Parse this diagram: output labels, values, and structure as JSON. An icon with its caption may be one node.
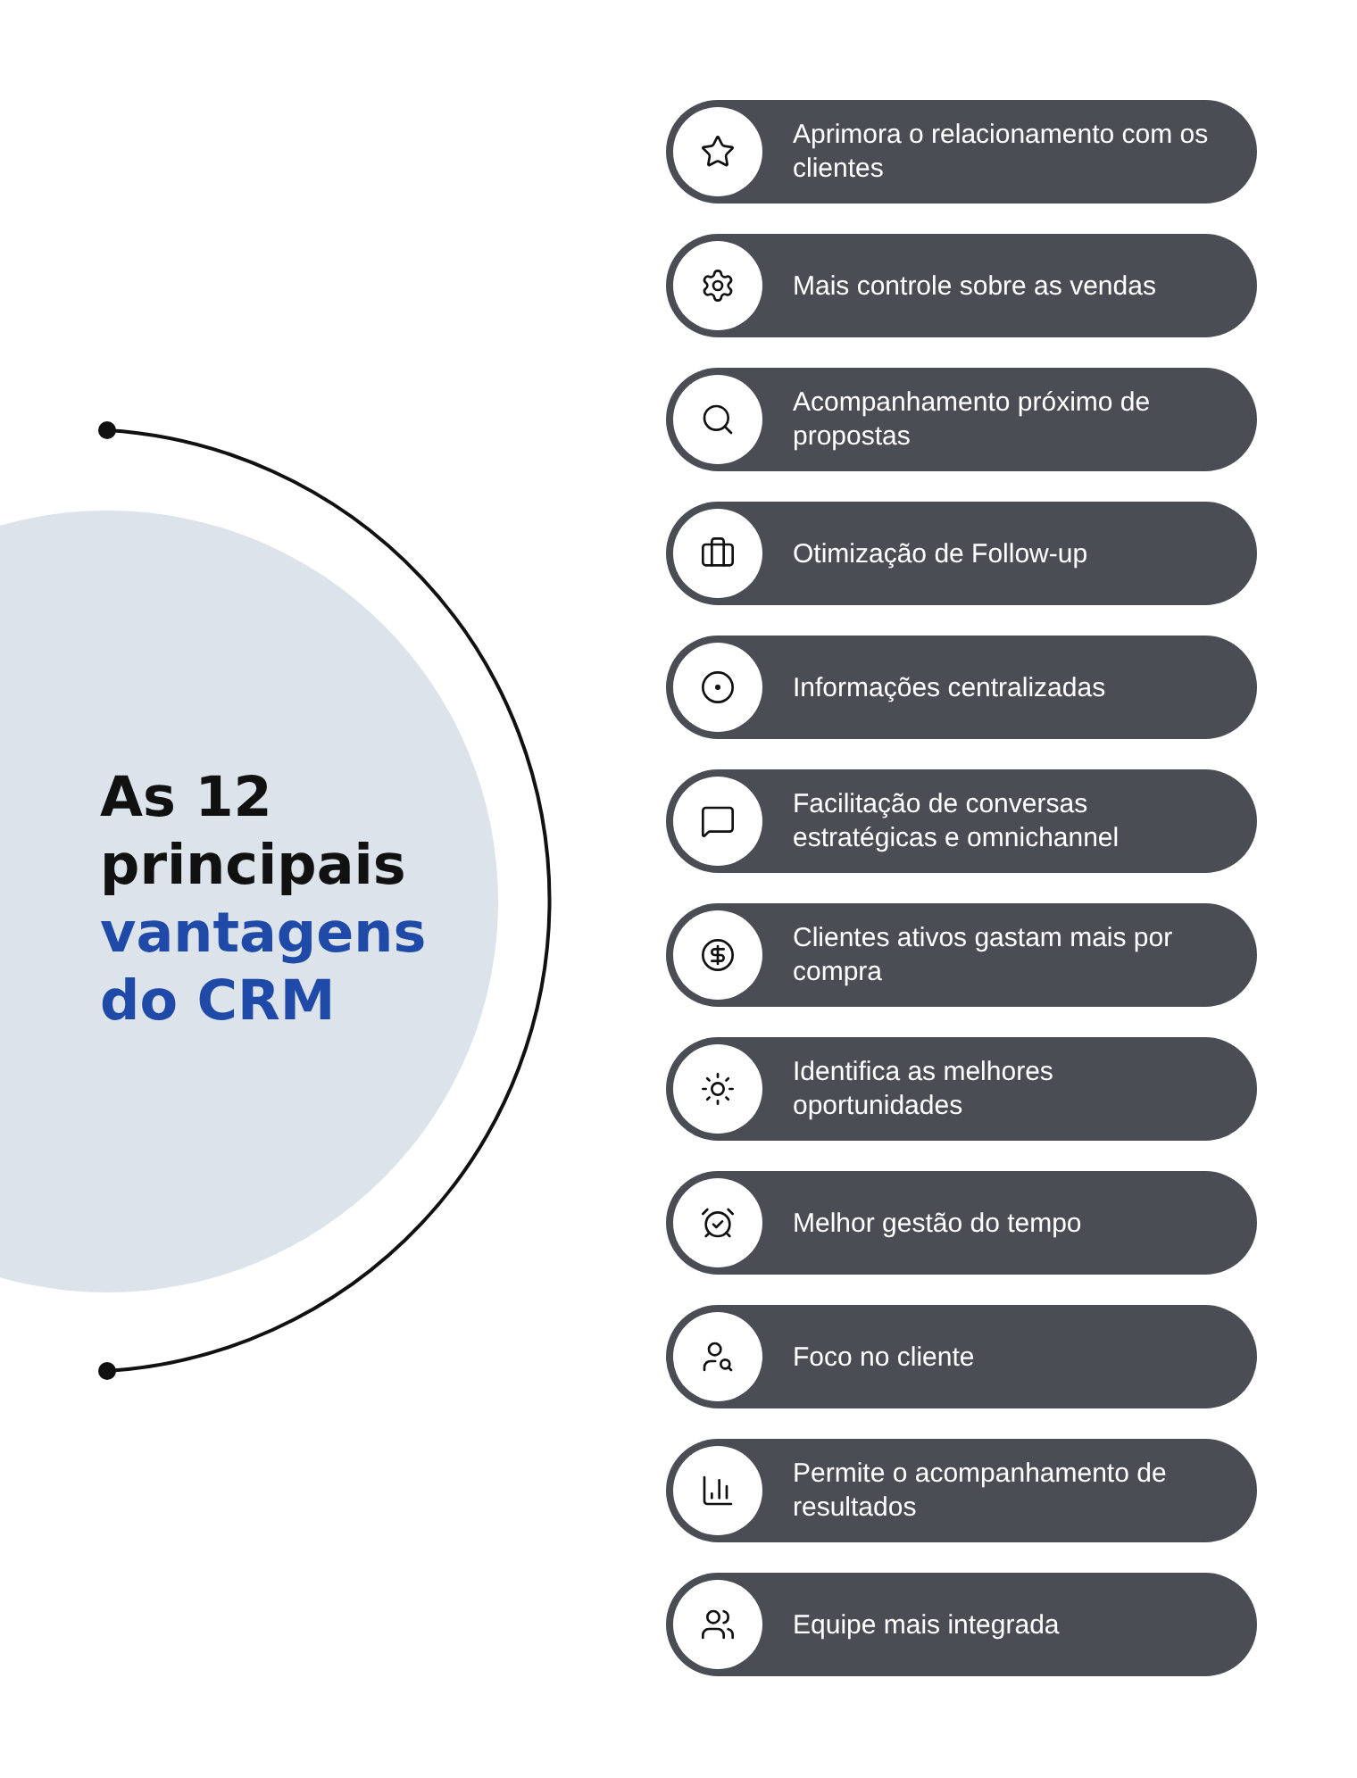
{
  "diagram": {
    "title": "As 12 principais **vantagens do CRM**",
    "nodes": [
      {
        "text": [
          "Aprimora o relacionamento com os clientes"
        ]
      },
      {
        "text": [
          "Mais controle sobre as vendas"
        ]
      },
      {
        "text": [
          "Acompanhamento próximo de propostas"
        ]
      },
      {
        "text": [
          "Otimização de Follow-up"
        ]
      },
      {
        "text": [
          "Informações centralizadas"
        ]
      },
      {
        "text": [
          "Facilitação de conversas estratégicas e omnichannel"
        ]
      },
      {
        "text": [
          "Clientes ativos gastam mais por compra"
        ]
      },
      {
        "text": [
          "Identifica as melhores oportunidades"
        ]
      },
      {
        "text": [
          "Melhor gestão do tempo"
        ]
      },
      {
        "text": [
          "Foco no cliente"
        ]
      },
      {
        "text": [
          "Permite o acompanhamento de resultados"
        ]
      },
      {
        "text": [
          "Equipe mais integrada"
        ]
      }
    ]
  }
}
